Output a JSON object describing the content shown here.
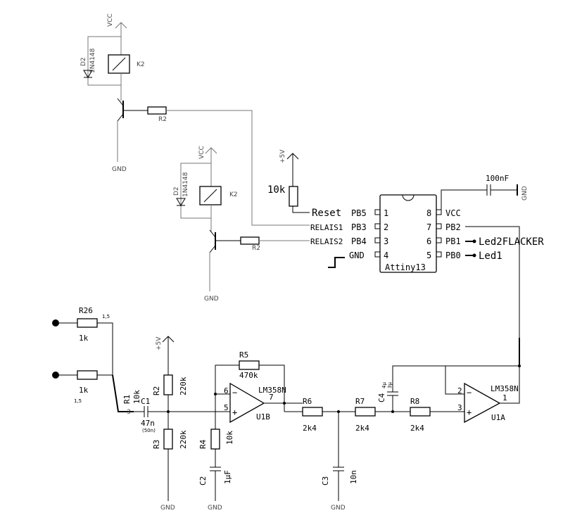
{
  "labels": {
    "vcc": "VCC",
    "gnd": "GND",
    "plus5v": "+5V",
    "k2": "K2",
    "d2": "D2",
    "d2_type": "1N4148",
    "r2": "R2",
    "ic": {
      "name": "Attiny13",
      "pins": [
        {
          "num": "1",
          "name": "PB5",
          "net": "Reset"
        },
        {
          "num": "2",
          "name": "PB3",
          "net": "RELAIS1"
        },
        {
          "num": "3",
          "name": "PB4",
          "net": "RELAIS2"
        },
        {
          "num": "4",
          "name": "GND",
          "net": ""
        },
        {
          "num": "8",
          "name": "VCC",
          "net": ""
        },
        {
          "num": "7",
          "name": "PB2",
          "net": ""
        },
        {
          "num": "6",
          "name": "PB1",
          "net": "Led2FLACKER"
        },
        {
          "num": "5",
          "name": "PB0",
          "net": "Led1"
        }
      ]
    },
    "reset_res": "10k",
    "cap_top": "100nF",
    "r26": "R26",
    "r26_val": "1k",
    "r_low_val": "1k",
    "ann_top": "1,5",
    "ann_bottom": "1,5",
    "r1": "R1",
    "r1_val": "10k",
    "c1": "C1",
    "c1_val": "47n",
    "c1_note": "(50n)",
    "r2b": "R2",
    "r2b_val": "220k",
    "r3": "R3",
    "r3_val": "220k",
    "r4": "R4",
    "r4_val": "10k",
    "c2": "C2",
    "c2_val": "1µF",
    "r5": "R5",
    "r5_val": "470k",
    "u1b": "U1B",
    "lm358": "LM358N",
    "u1a": "U1A",
    "r6": "R6",
    "r6_val": "2k4",
    "r7": "R7",
    "r7_val": "2k4",
    "r8": "R8",
    "r8_val": "2k4",
    "c3": "C3",
    "c3_val": "10n",
    "c4": "C4",
    "c4_val": "4µ",
    "c4_note": "3µ",
    "pin6": "6",
    "pin5": "5",
    "pin7": "7",
    "pin2": "2",
    "pin3": "3",
    "pin1": "1",
    "pin3b": "3"
  }
}
